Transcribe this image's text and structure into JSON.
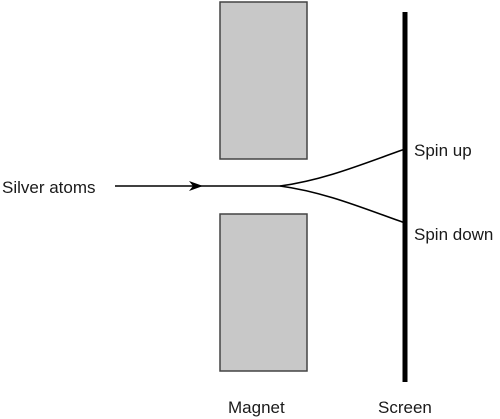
{
  "labels": {
    "source": "Silver atoms",
    "spin_up": "Spin up",
    "spin_down": "Spin down",
    "magnet": "Magnet",
    "screen": "Screen"
  },
  "colors": {
    "magnet_fill": "#c8c8c8",
    "magnet_stroke": "#444444",
    "line": "#000000",
    "text": "#1a1a1a"
  }
}
